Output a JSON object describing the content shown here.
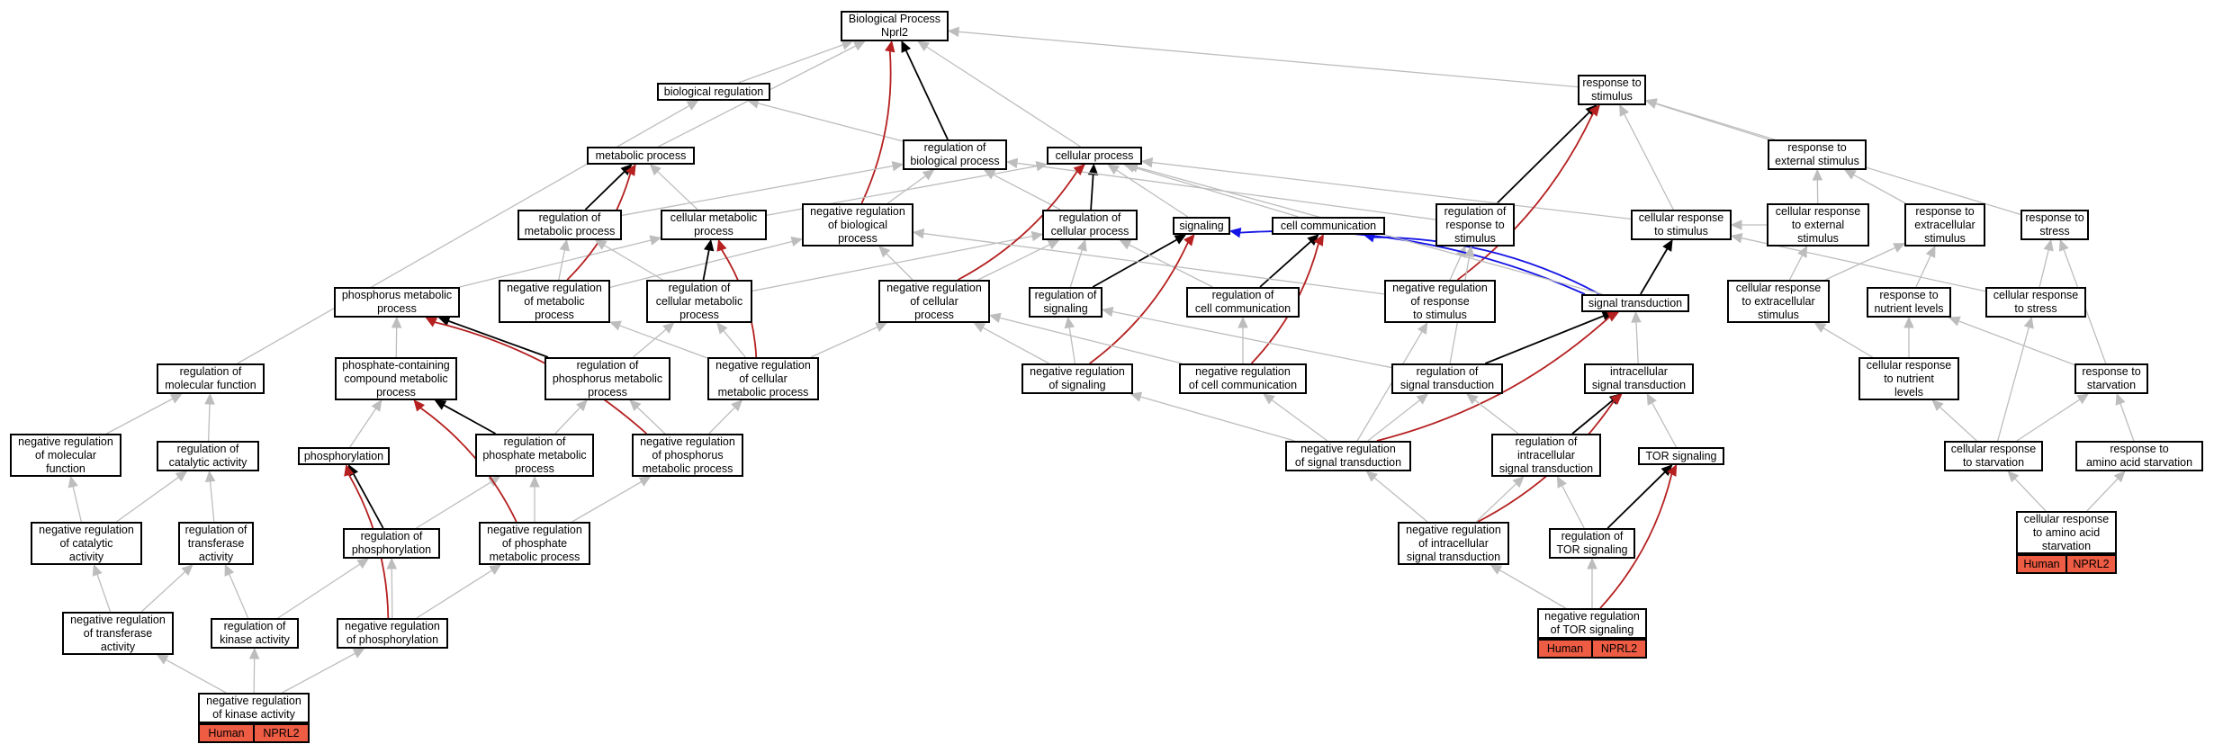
{
  "graph": {
    "nodes": {
      "root": "Biological Process\nNprl2",
      "bioreg": "biological regulation",
      "stimulus": "response to\nstimulus",
      "metab": "metabolic process",
      "regbio": "regulation of\nbiological process",
      "cellproc": "cellular process",
      "extstim": "response to\nexternal stimulus",
      "regmetab": "regulation of\nmetabolic process",
      "cellmetab": "cellular metabolic\nprocess",
      "negregbio": "negative regulation\nof biological\nprocess",
      "regcellproc": "regulation of\ncellular process",
      "signaling": "signaling",
      "cellcomm": "cell communication",
      "regresp": "regulation of\nresponse to\nstimulus",
      "cellrespstim": "cellular response\nto stimulus",
      "cellrespext": "cellular response\nto external\nstimulus",
      "respextra": "response to\nextracellular\nstimulus",
      "respstress": "response to\nstress",
      "phosmetab": "phosphorus metabolic\nprocess",
      "negregmetab": "negative regulation\nof metabolic\nprocess",
      "regcellmetab": "regulation of\ncellular metabolic\nprocess",
      "negregcellproc": "negative regulation\nof cellular\nprocess",
      "regsignaling": "regulation of\nsignaling",
      "regcellcomm": "regulation of\ncell communication",
      "negregresp": "negative regulation\nof response\nto stimulus",
      "sigtrans": "signal transduction",
      "cellrespextra": "cellular response\nto extracellular\nstimulus",
      "respnut": "response to\nnutrient levels",
      "cellrespstress": "cellular response\nto stress",
      "regmolfunc": "regulation of\nmolecular function",
      "phoscont": "phosphate-containing\ncompound metabolic\nprocess",
      "regphosmetab": "regulation of\nphosphorus metabolic\nprocess",
      "negregcellmetab": "negative regulation\nof cellular\nmetabolic process",
      "negregsignaling": "negative regulation\nof signaling",
      "negregcellcomm": "negative regulation\nof cell communication",
      "regsigtrans": "regulation of\nsignal transduction",
      "intrasig": "intracellular\nsignal transduction",
      "cellrespnut": "cellular response\nto nutrient\nlevels",
      "respstarv": "response to\nstarvation",
      "negregmolfunc": "negative regulation\nof molecular\nfunction",
      "regcatal": "regulation of\ncatalytic activity",
      "phosphorylation": "phosphorylation",
      "regphosphatemetab": "regulation of\nphosphate metabolic\nprocess",
      "negregphosmetab": "negative regulation\nof phosphorus\nmetabolic process",
      "negregsigtrans": "negative regulation\nof signal transduction",
      "regintrasig": "regulation of\nintracellular\nsignal transduction",
      "torsig": "TOR signaling",
      "cellrespstarv": "cellular response\nto starvation",
      "respaastarv": "response to\namino acid starvation",
      "negregcatal": "negative regulation\nof catalytic\nactivity",
      "regtransf": "regulation of\ntransferase\nactivity",
      "regphosphorylation": "regulation of\nphosphorylation",
      "negregphosphatemetab": "negative regulation\nof phosphate\nmetabolic process",
      "negregintrasig": "negative regulation\nof intracellular\nsignal transduction",
      "regtor": "regulation of\nTOR signaling",
      "cellrespaa": "cellular response\nto amino acid\nstarvation",
      "negregtransf": "negative regulation\nof transferase\nactivity",
      "regkinase": "regulation of\nkinase activity",
      "negregphosphorylation": "negative regulation\nof phosphorylation",
      "negregtor": "negative regulation\nof TOR signaling",
      "negregkinase": "negative regulation\nof kinase activity"
    },
    "annotations": [
      {
        "target": "negregkinase",
        "species": "Human",
        "gene": "NPRL2"
      },
      {
        "target": "negregtor",
        "species": "Human",
        "gene": "NPRL2"
      },
      {
        "target": "cellrespaa",
        "species": "Human",
        "gene": "NPRL2"
      }
    ],
    "edge_colors": {
      "is_a": "#bdbdbd",
      "part_of": "#000000",
      "negatively_regulates": "#b52020",
      "positively_regulates": "#1414e6"
    },
    "edges": [
      [
        "bioreg",
        "root",
        "is_a"
      ],
      [
        "stimulus",
        "root",
        "is_a"
      ],
      [
        "metab",
        "root",
        "is_a"
      ],
      [
        "regbio",
        "bioreg",
        "is_a"
      ],
      [
        "regbio",
        "root",
        "part_of"
      ],
      [
        "cellproc",
        "root",
        "is_a"
      ],
      [
        "negregbio",
        "root",
        "negatively_regulates"
      ],
      [
        "negregbio",
        "regbio",
        "is_a"
      ],
      [
        "extstim",
        "stimulus",
        "is_a"
      ],
      [
        "regmetab",
        "metab",
        "part_of"
      ],
      [
        "regmetab",
        "regbio",
        "is_a"
      ],
      [
        "cellmetab",
        "metab",
        "is_a"
      ],
      [
        "cellmetab",
        "cellproc",
        "is_a"
      ],
      [
        "regcellproc",
        "regbio",
        "is_a"
      ],
      [
        "regcellproc",
        "cellproc",
        "part_of"
      ],
      [
        "signaling",
        "cellproc",
        "is_a"
      ],
      [
        "cellcomm",
        "cellproc",
        "is_a"
      ],
      [
        "regresp",
        "stimulus",
        "part_of"
      ],
      [
        "regresp",
        "regbio",
        "is_a"
      ],
      [
        "cellrespstim",
        "stimulus",
        "is_a"
      ],
      [
        "cellrespstim",
        "cellproc",
        "is_a"
      ],
      [
        "cellrespext",
        "extstim",
        "is_a"
      ],
      [
        "cellrespext",
        "cellrespstim",
        "is_a"
      ],
      [
        "respextra",
        "extstim",
        "is_a"
      ],
      [
        "respstress",
        "stimulus",
        "is_a"
      ],
      [
        "phosmetab",
        "cellmetab",
        "is_a"
      ],
      [
        "negregmetab",
        "metab",
        "negatively_regulates"
      ],
      [
        "negregmetab",
        "regmetab",
        "is_a"
      ],
      [
        "negregmetab",
        "negregbio",
        "is_a"
      ],
      [
        "regcellmetab",
        "cellmetab",
        "part_of"
      ],
      [
        "regcellmetab",
        "regmetab",
        "is_a"
      ],
      [
        "regcellmetab",
        "regcellproc",
        "is_a"
      ],
      [
        "negregcellproc",
        "cellproc",
        "negatively_regulates"
      ],
      [
        "negregcellproc",
        "regcellproc",
        "is_a"
      ],
      [
        "negregcellproc",
        "negregbio",
        "is_a"
      ],
      [
        "regsignaling",
        "signaling",
        "part_of"
      ],
      [
        "regsignaling",
        "regcellproc",
        "is_a"
      ],
      [
        "regcellcomm",
        "cellcomm",
        "part_of"
      ],
      [
        "regcellcomm",
        "regcellproc",
        "is_a"
      ],
      [
        "negregresp",
        "stimulus",
        "negatively_regulates"
      ],
      [
        "negregresp",
        "regresp",
        "is_a"
      ],
      [
        "negregresp",
        "negregbio",
        "is_a"
      ],
      [
        "sigtrans",
        "cellrespstim",
        "part_of"
      ],
      [
        "sigtrans",
        "signaling",
        "positively_regulates"
      ],
      [
        "sigtrans",
        "cellcomm",
        "positively_regulates"
      ],
      [
        "sigtrans",
        "cellproc",
        "is_a"
      ],
      [
        "cellrespextra",
        "respextra",
        "is_a"
      ],
      [
        "cellrespextra",
        "cellrespext",
        "is_a"
      ],
      [
        "respnut",
        "respextra",
        "is_a"
      ],
      [
        "cellrespstress",
        "respstress",
        "is_a"
      ],
      [
        "cellrespstress",
        "cellrespstim",
        "is_a"
      ],
      [
        "regmolfunc",
        "bioreg",
        "is_a"
      ],
      [
        "phoscont",
        "phosmetab",
        "is_a"
      ],
      [
        "regphosmetab",
        "phosmetab",
        "part_of"
      ],
      [
        "regphosmetab",
        "regcellmetab",
        "is_a"
      ],
      [
        "negregcellmetab",
        "cellmetab",
        "negatively_regulates"
      ],
      [
        "negregcellmetab",
        "regcellmetab",
        "is_a"
      ],
      [
        "negregcellmetab",
        "negregcellproc",
        "is_a"
      ],
      [
        "negregcellmetab",
        "negregmetab",
        "is_a"
      ],
      [
        "negregsignaling",
        "signaling",
        "negatively_regulates"
      ],
      [
        "negregsignaling",
        "regsignaling",
        "is_a"
      ],
      [
        "negregsignaling",
        "negregcellproc",
        "is_a"
      ],
      [
        "negregcellcomm",
        "cellcomm",
        "negatively_regulates"
      ],
      [
        "negregcellcomm",
        "regcellcomm",
        "is_a"
      ],
      [
        "negregcellcomm",
        "negregcellproc",
        "is_a"
      ],
      [
        "regsigtrans",
        "sigtrans",
        "part_of"
      ],
      [
        "regsigtrans",
        "regsignaling",
        "is_a"
      ],
      [
        "regsigtrans",
        "regresp",
        "is_a"
      ],
      [
        "intrasig",
        "sigtrans",
        "is_a"
      ],
      [
        "cellrespnut",
        "respnut",
        "is_a"
      ],
      [
        "cellrespnut",
        "cellrespextra",
        "is_a"
      ],
      [
        "respstarv",
        "respnut",
        "is_a"
      ],
      [
        "respstarv",
        "respstress",
        "is_a"
      ],
      [
        "negregmolfunc",
        "regmolfunc",
        "is_a"
      ],
      [
        "regcatal",
        "regmolfunc",
        "is_a"
      ],
      [
        "phosphorylation",
        "phoscont",
        "is_a"
      ],
      [
        "regphosphatemetab",
        "phoscont",
        "part_of"
      ],
      [
        "regphosphatemetab",
        "regphosmetab",
        "is_a"
      ],
      [
        "negregphosmetab",
        "phosmetab",
        "negatively_regulates"
      ],
      [
        "negregphosmetab",
        "regphosmetab",
        "is_a"
      ],
      [
        "negregphosmetab",
        "negregcellmetab",
        "is_a"
      ],
      [
        "negregsigtrans",
        "sigtrans",
        "negatively_regulates"
      ],
      [
        "negregsigtrans",
        "regsigtrans",
        "is_a"
      ],
      [
        "negregsigtrans",
        "negregsignaling",
        "is_a"
      ],
      [
        "negregsigtrans",
        "negregcellcomm",
        "is_a"
      ],
      [
        "negregsigtrans",
        "negregresp",
        "is_a"
      ],
      [
        "regintrasig",
        "intrasig",
        "part_of"
      ],
      [
        "regintrasig",
        "regsigtrans",
        "is_a"
      ],
      [
        "torsig",
        "intrasig",
        "is_a"
      ],
      [
        "cellrespstarv",
        "respstarv",
        "is_a"
      ],
      [
        "cellrespstarv",
        "cellrespnut",
        "is_a"
      ],
      [
        "cellrespstarv",
        "cellrespstress",
        "is_a"
      ],
      [
        "respaastarv",
        "respstarv",
        "is_a"
      ],
      [
        "negregcatal",
        "regcatal",
        "is_a"
      ],
      [
        "negregcatal",
        "negregmolfunc",
        "is_a"
      ],
      [
        "regtransf",
        "regcatal",
        "is_a"
      ],
      [
        "regphosphorylation",
        "phosphorylation",
        "part_of"
      ],
      [
        "regphosphorylation",
        "regphosphatemetab",
        "is_a"
      ],
      [
        "negregphosphatemetab",
        "phoscont",
        "negatively_regulates"
      ],
      [
        "negregphosphatemetab",
        "regphosphatemetab",
        "is_a"
      ],
      [
        "negregphosphatemetab",
        "negregphosmetab",
        "is_a"
      ],
      [
        "negregintrasig",
        "intrasig",
        "negatively_regulates"
      ],
      [
        "negregintrasig",
        "regintrasig",
        "is_a"
      ],
      [
        "negregintrasig",
        "negregsigtrans",
        "is_a"
      ],
      [
        "regtor",
        "torsig",
        "part_of"
      ],
      [
        "regtor",
        "regintrasig",
        "is_a"
      ],
      [
        "cellrespaa",
        "cellrespstarv",
        "is_a"
      ],
      [
        "cellrespaa",
        "respaastarv",
        "is_a"
      ],
      [
        "negregtransf",
        "negregcatal",
        "is_a"
      ],
      [
        "negregtransf",
        "regtransf",
        "is_a"
      ],
      [
        "regkinase",
        "regtransf",
        "is_a"
      ],
      [
        "regkinase",
        "regphosphorylation",
        "is_a"
      ],
      [
        "negregphosphorylation",
        "phosphorylation",
        "negatively_regulates"
      ],
      [
        "negregphosphorylation",
        "regphosphorylation",
        "is_a"
      ],
      [
        "negregphosphorylation",
        "negregphosphatemetab",
        "is_a"
      ],
      [
        "negregtor",
        "torsig",
        "negatively_regulates"
      ],
      [
        "negregtor",
        "regtor",
        "is_a"
      ],
      [
        "negregtor",
        "negregintrasig",
        "is_a"
      ],
      [
        "negregkinase",
        "negregtransf",
        "is_a"
      ],
      [
        "negregkinase",
        "regkinase",
        "is_a"
      ],
      [
        "negregkinase",
        "negregphosphorylation",
        "is_a"
      ]
    ]
  }
}
